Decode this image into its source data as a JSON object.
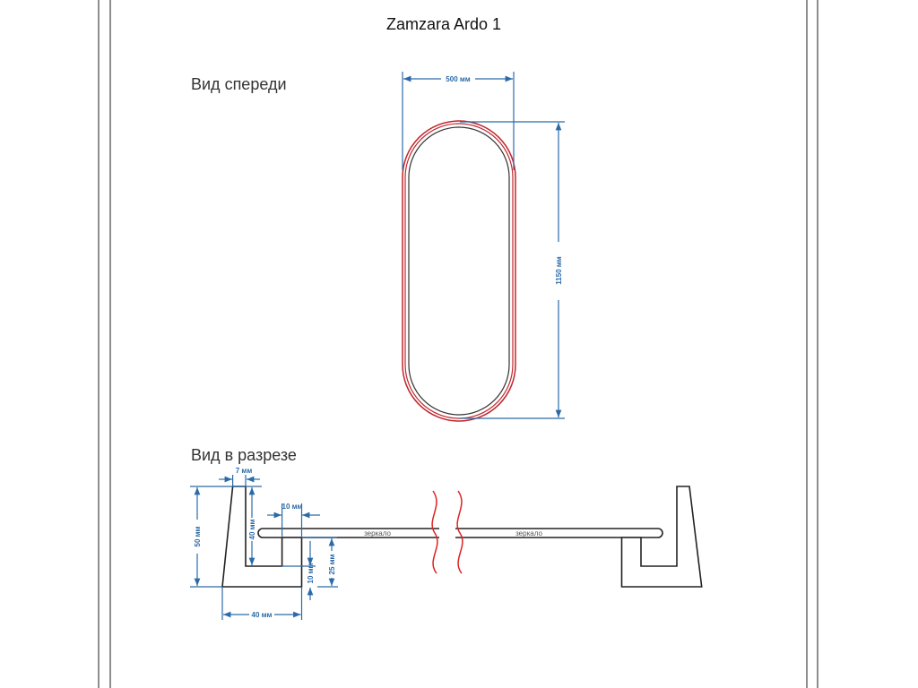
{
  "title": "Zamzara Ardo 1",
  "front_view": {
    "heading": "Вид спереди",
    "width_label": "500 мм",
    "height_label": "1150 мм"
  },
  "section_view": {
    "heading": "Вид в разрезе",
    "mirror_label": "зеркало",
    "dims": {
      "d7": "7 мм",
      "d50": "50 мм",
      "d40v": "40 мм",
      "d10h": "10 мм",
      "d10v": "10 мм",
      "d25": "25 мм",
      "d40h": "40 мм"
    }
  },
  "colors": {
    "dimension": "#2b6aa8",
    "frame": "#c0262c",
    "outline": "#222222"
  }
}
